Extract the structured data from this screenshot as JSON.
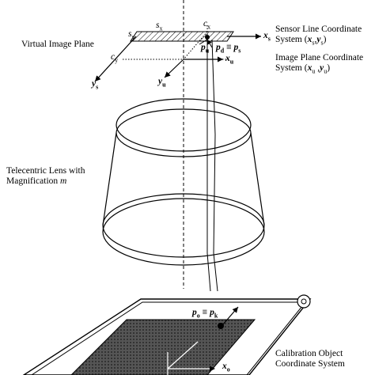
{
  "labels": {
    "virtual_image_plane": "Virtual Image Plane",
    "sensor_line_line1": "Sensor Line Coordinate",
    "sensor_line_line2_prefix": "System (",
    "image_plane_line1": "Image Plane Coordinate",
    "image_plane_line2_prefix": "System (",
    "lens_line1": "Telecentric Lens with",
    "lens_line2_prefix": "Magnification ",
    "lens_line2_var": "m",
    "calib_line1": "Calibration Object",
    "calib_line2": "Coordinate System"
  },
  "symbols": {
    "sx": "s",
    "sx_sub": "x",
    "sy": "s",
    "sy_sub": "y",
    "cx": "c",
    "cx_sub": "x",
    "cy": "c",
    "cy_sub": "y",
    "xs": "x",
    "xs_sub": "s",
    "ys": "y",
    "ys_sub": "s",
    "xu": "x",
    "xu_sub": "u",
    "yu": "y",
    "yu_sub": "u",
    "pu": "p",
    "pu_sub": "u",
    "pd": "p",
    "pd_sub": "d",
    "equiv": "≡",
    "ps": "p",
    "ps_sub": "s",
    "po": "p",
    "po_sub": "o",
    "pk": "p",
    "pk_sub": "k",
    "xo": "x",
    "xo_sub": "o"
  }
}
